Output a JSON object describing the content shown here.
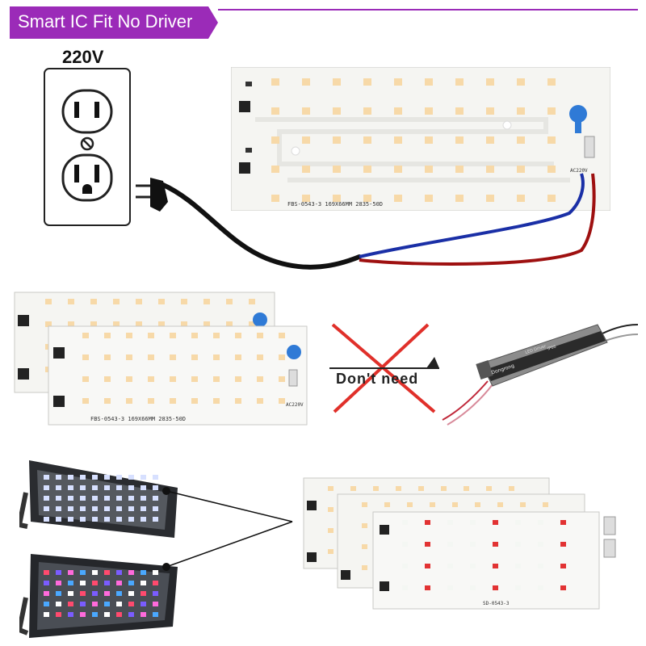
{
  "banner": {
    "text": "Smart IC Fit No Driver",
    "color": "#9b2bb8"
  },
  "outlet": {
    "voltage_label": "220V"
  },
  "main_board": {
    "model_text": "FBS-0543-3  169X66MM  2835-50D",
    "voltage_text": "AC220V"
  },
  "stacked_boards": {
    "model_text": "FBS-0543-3  169X66MM  2835-50D",
    "voltage_text": "AC220V"
  },
  "comparison": {
    "dont_need_text": "Don't need",
    "cross_color": "#e0302a"
  },
  "driver": {
    "brand": "Dongrong",
    "title": "LED Driver",
    "rating": "IP66"
  },
  "colored_boards": {
    "model_text": "SD-0543-3"
  },
  "colors": {
    "wire_blue": "#1a2fa6",
    "wire_red": "#9e1010",
    "led_warm": "#f7d9a8",
    "led_red": "#e23333",
    "led_white": "#f4f7f3",
    "board": "#f5f5f2"
  }
}
